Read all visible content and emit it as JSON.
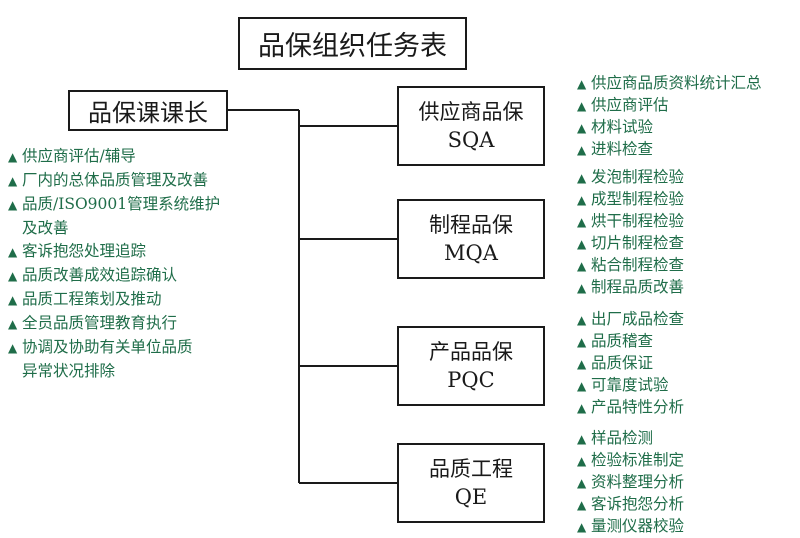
{
  "title": "品保组织任务表",
  "leader": {
    "name": "品保课课长",
    "tasks": [
      "供应商评估/辅导",
      "厂内的总体品质管理及改善",
      "品质/ISO9001管理系统维护",
      "及改善",
      "客诉抱怨处理追踪",
      "品质改善成效追踪确认",
      "品质工程策划及推动",
      "全员品质管理教育执行",
      "协调及协助有关单位品质",
      "异常状况排除"
    ]
  },
  "units": [
    {
      "name": "供应商品保",
      "code": "SQA",
      "tasks": [
        "供应商品质资料统计汇总",
        "供应商评估",
        "材料试验",
        "进料检查"
      ]
    },
    {
      "name": "制程品保",
      "code": "MQA",
      "tasks": [
        "发泡制程检验",
        "成型制程检验",
        "烘干制程检验",
        "切片制程检查",
        "粘合制程检查",
        "制程品质改善"
      ]
    },
    {
      "name": "产品品保",
      "code": "PQC",
      "tasks": [
        "出厂成品检查",
        "品质稽查",
        "品质保证",
        "可靠度试验",
        "产品特性分析"
      ]
    },
    {
      "name": "品质工程",
      "code": "QE",
      "tasks": [
        "样品检测",
        "检验标准制定",
        "资料整理分析",
        "客诉抱怨分析",
        "量测仪器校验"
      ]
    }
  ],
  "bullet": "▲",
  "colors": {
    "task_text": "#1f6d49",
    "box_border": "#1a1a1a"
  }
}
